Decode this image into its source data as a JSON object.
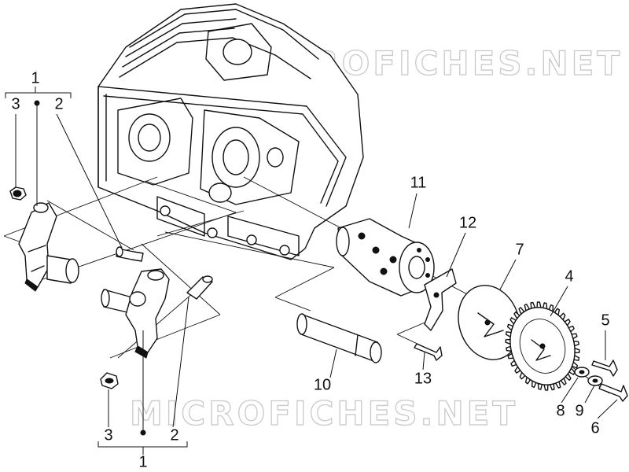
{
  "watermark": {
    "text": "MICROFICHES.NET"
  },
  "callouts": {
    "group_top": {
      "total": "1",
      "left": "3",
      "right": "2"
    },
    "group_bottom": {
      "total": "1",
      "left": "3",
      "right": "2"
    },
    "parts": {
      "p4": "4",
      "p5": "5",
      "p6": "6",
      "p7": "7",
      "p8": "8",
      "p9": "9",
      "p10": "10",
      "p11": "11",
      "p12": "12",
      "p13": "13"
    }
  }
}
